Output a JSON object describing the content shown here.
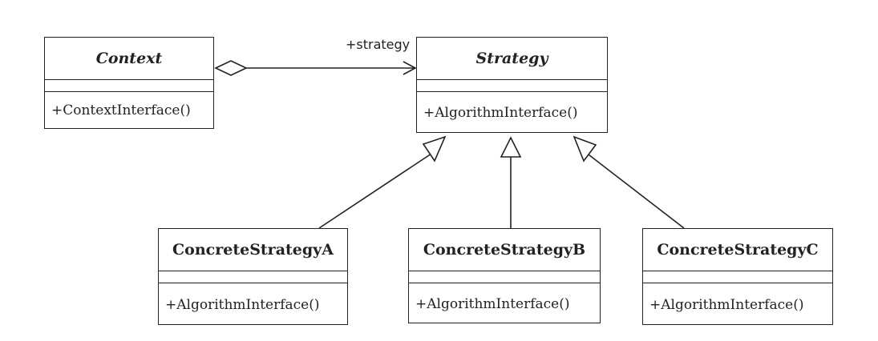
{
  "context": {
    "name": "Context",
    "operation": "+ContextInterface()"
  },
  "strategy": {
    "name": "Strategy",
    "operation": "+AlgorithmInterface()",
    "role": "+strategy"
  },
  "concrete": [
    {
      "name": "ConcreteStrategyA",
      "operation": "+AlgorithmInterface()"
    },
    {
      "name": "ConcreteStrategyB",
      "operation": "+AlgorithmInterface()"
    },
    {
      "name": "ConcreteStrategyC",
      "operation": "+AlgorithmInterface()"
    }
  ]
}
